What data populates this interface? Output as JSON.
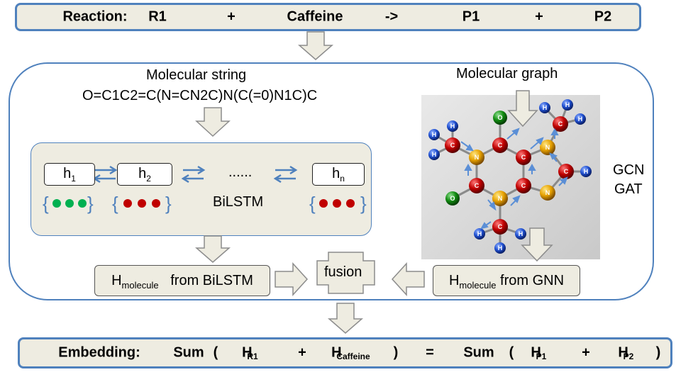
{
  "reaction": {
    "label": "Reaction:",
    "r1": "R1",
    "plus1": "+",
    "caffeine": "Caffeine",
    "arrow": "->",
    "p1": "P1",
    "plus2": "+",
    "p2": "P2"
  },
  "string_branch": {
    "title": "Molecular string",
    "smiles": "O=C1C2=C(N=CN2C)N(C(=0)N1C)C",
    "h_base": "h",
    "h1_sub": "1",
    "h2_sub": "2",
    "hn_sub": "n",
    "dots": "......",
    "model": "BiLSTM",
    "output_base": "H",
    "output_sub": "molecule",
    "output_suffix": "from BiLSTM"
  },
  "graph_branch": {
    "title": "Molecular graph",
    "model_line1": "GCN",
    "model_line2": "GAT",
    "output_base": "H",
    "output_sub": "molecule",
    "output_suffix": "from GNN"
  },
  "fusion": {
    "label": "fusion"
  },
  "embedding": {
    "label": "Embedding:",
    "sum1": "Sum",
    "open1": "(",
    "h_base": "H",
    "r1_sub": "R1",
    "plus1": "+",
    "caffeine_sub": "Caffeine",
    "close1": ")",
    "equals": "=",
    "sum2": "Sum",
    "open2": "(",
    "p1_sub": "P1",
    "plus2": "+",
    "p2_sub": "P2",
    "close2": ")"
  },
  "colors": {
    "frame_blue": "#4f81bd",
    "panel_beige": "#eeece1",
    "dot_green": "#00b050",
    "dot_red": "#c00000",
    "arrow_fill": "#eeece1",
    "arrow_stroke": "#8c8c8c",
    "atom_carbon": "#c00000",
    "atom_nitrogen": "#e6a100",
    "atom_hydrogen": "#1f4fd0",
    "atom_oxygen": "#108a10"
  }
}
